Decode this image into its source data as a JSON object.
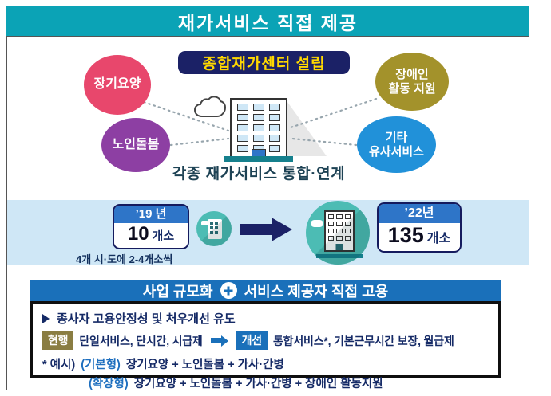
{
  "header": {
    "title": "재가서비스 직접 제공"
  },
  "hub": {
    "center_label": "종합재가센터 설립",
    "caption": "각종 재가서비스 통합·연계",
    "circles": [
      {
        "id": "long-term-care",
        "label": "장기요양"
      },
      {
        "id": "elderly-care",
        "label": "노인돌봄"
      },
      {
        "id": "disabled-activity-support",
        "label": "장애인\n활동 지원"
      },
      {
        "id": "other-similar-services",
        "label": "기타\n유사서비스"
      }
    ]
  },
  "timeline": {
    "from": {
      "year": "’19 년",
      "count": "10",
      "unit": "개소"
    },
    "to": {
      "year": "’22년",
      "count": "135",
      "unit": "개소"
    },
    "note": "4개 시·도에 2-4개소씩"
  },
  "employment": {
    "title_left": "사업 규모화",
    "title_right": "서비스 제공자 직접 고용",
    "bullet": "종사자 고용안정성 및 처우개선 유도",
    "current_badge": "현행",
    "current_text": "단일서비스, 단시간, 시급제",
    "improved_badge": "개선",
    "improved_text": "통합서비스*, 기본근무시간 보장, 월급제",
    "example_prefix": "* 예시)",
    "basic_label": "(기본형)",
    "basic_text": "장기요양 + 노인돌봄 + 가사·간병",
    "extended_label": "(확장형)",
    "extended_text": "장기요양 + 노인돌봄 + 가사·간병 + 장애인 활동지원"
  },
  "colors": {
    "teal-header": "#0ba3b6",
    "navy": "#1b2166",
    "accent-yellow": "#ffd800",
    "pink": "#e8476c",
    "purple": "#8d3fa3",
    "olive": "#a3922b",
    "circle-blue": "#2191d9",
    "band-bg": "#cfe7f6",
    "card-blue": "#2e75c8",
    "teal-badge": "#4cbcb4",
    "bar-blue": "#1a70ba",
    "badge-olive": "#8a7d42",
    "text-navy": "#152a66",
    "caption-dark": "#1d4254",
    "window-blue": "#cfe7f6"
  }
}
